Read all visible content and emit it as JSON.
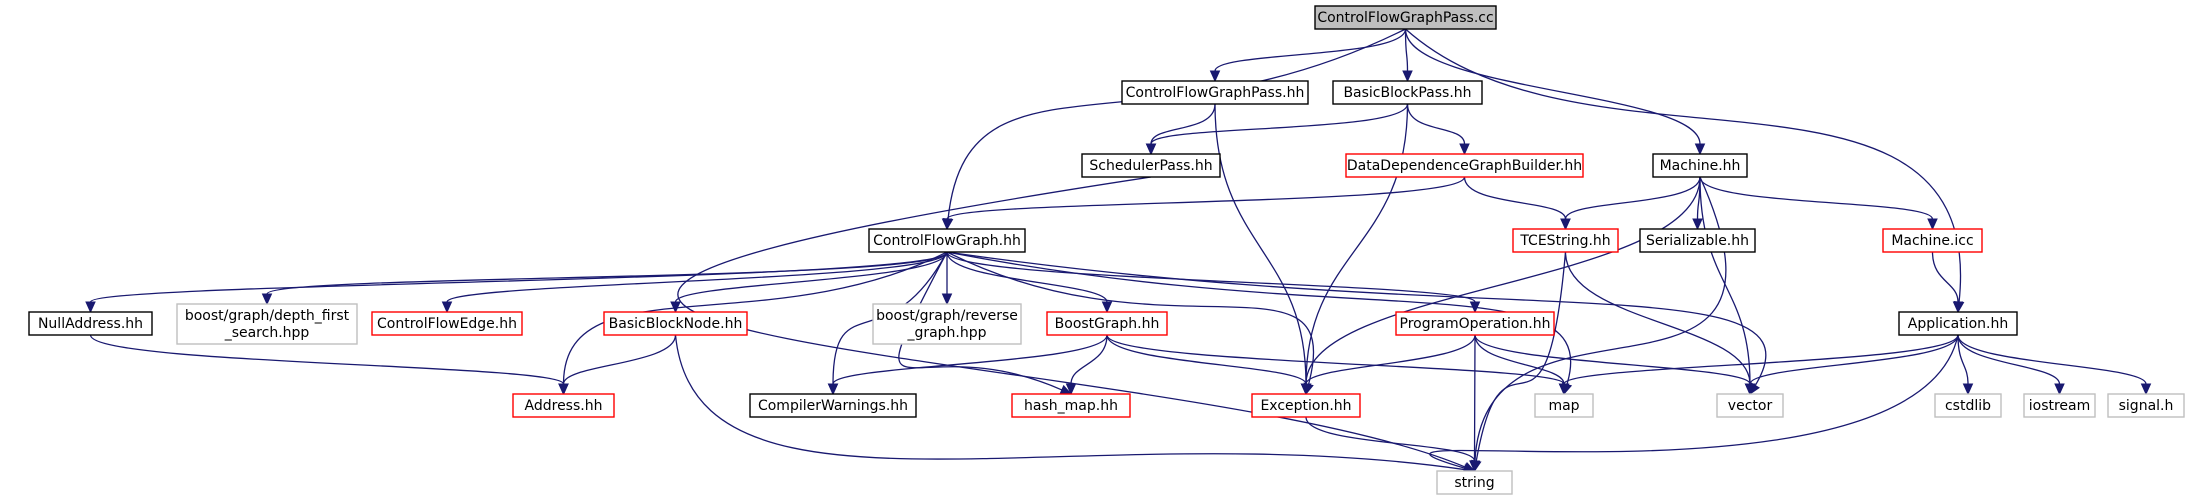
{
  "diagram": {
    "type": "include-dependency-graph",
    "colors": {
      "edge": "#191970",
      "root_fill": "#bfbfbf",
      "documented_border": "#000000",
      "external_documented_border": "#ff0000",
      "system_border": "#bfbfbf",
      "node_fill": "#ffffff"
    },
    "nodes": [
      {
        "id": "root",
        "kind": "root",
        "lines": [
          "ControlFlowGraphPass.cc"
        ]
      },
      {
        "id": "cfgpass_hh",
        "kind": "doc",
        "lines": [
          "ControlFlowGraphPass.hh"
        ]
      },
      {
        "id": "bbpass",
        "kind": "doc",
        "lines": [
          "BasicBlockPass.hh"
        ]
      },
      {
        "id": "schedpass",
        "kind": "doc",
        "lines": [
          "SchedulerPass.hh"
        ]
      },
      {
        "id": "ddgbuilder",
        "kind": "red",
        "lines": [
          "DataDependenceGraphBuilder.hh"
        ]
      },
      {
        "id": "machine",
        "kind": "doc",
        "lines": [
          "Machine.hh"
        ]
      },
      {
        "id": "cfg",
        "kind": "doc",
        "lines": [
          "ControlFlowGraph.hh"
        ]
      },
      {
        "id": "tcestring",
        "kind": "red",
        "lines": [
          "TCEString.hh"
        ]
      },
      {
        "id": "serializable",
        "kind": "doc",
        "lines": [
          "Serializable.hh"
        ]
      },
      {
        "id": "machineicc",
        "kind": "red",
        "lines": [
          "Machine.icc"
        ]
      },
      {
        "id": "application",
        "kind": "doc",
        "lines": [
          "Application.hh"
        ]
      },
      {
        "id": "nulladdress",
        "kind": "doc",
        "lines": [
          "NullAddress.hh"
        ]
      },
      {
        "id": "dfs",
        "kind": "sys",
        "lines": [
          "boost/graph/depth_first",
          "_search.hpp"
        ]
      },
      {
        "id": "cfedge",
        "kind": "red",
        "lines": [
          "ControlFlowEdge.hh"
        ]
      },
      {
        "id": "bbnode",
        "kind": "red",
        "lines": [
          "BasicBlockNode.hh"
        ]
      },
      {
        "id": "revgraph",
        "kind": "sys",
        "lines": [
          "boost/graph/reverse",
          "_graph.hpp"
        ]
      },
      {
        "id": "boostgraph",
        "kind": "red",
        "lines": [
          "BoostGraph.hh"
        ]
      },
      {
        "id": "progop",
        "kind": "red",
        "lines": [
          "ProgramOperation.hh"
        ]
      },
      {
        "id": "address",
        "kind": "red",
        "lines": [
          "Address.hh"
        ]
      },
      {
        "id": "compwarn",
        "kind": "doc",
        "lines": [
          "CompilerWarnings.hh"
        ]
      },
      {
        "id": "hashmap",
        "kind": "red",
        "lines": [
          "hash_map.hh"
        ]
      },
      {
        "id": "exception",
        "kind": "red",
        "lines": [
          "Exception.hh"
        ]
      },
      {
        "id": "map",
        "kind": "sys",
        "lines": [
          "map"
        ]
      },
      {
        "id": "vector",
        "kind": "sys",
        "lines": [
          "vector"
        ]
      },
      {
        "id": "cstdlib",
        "kind": "sys",
        "lines": [
          "cstdlib"
        ]
      },
      {
        "id": "iostream",
        "kind": "sys",
        "lines": [
          "iostream"
        ]
      },
      {
        "id": "signal",
        "kind": "sys",
        "lines": [
          "signal.h"
        ]
      },
      {
        "id": "string",
        "kind": "sys",
        "lines": [
          "string"
        ]
      }
    ],
    "edges": [
      [
        "root",
        "cfgpass_hh"
      ],
      [
        "root",
        "bbpass"
      ],
      [
        "root",
        "machine"
      ],
      [
        "root",
        "cfg"
      ],
      [
        "root",
        "application"
      ],
      [
        "cfgpass_hh",
        "schedpass"
      ],
      [
        "cfgpass_hh",
        "exception"
      ],
      [
        "bbpass",
        "schedpass"
      ],
      [
        "bbpass",
        "ddgbuilder"
      ],
      [
        "bbpass",
        "exception"
      ],
      [
        "schedpass",
        "string"
      ],
      [
        "ddgbuilder",
        "cfg"
      ],
      [
        "ddgbuilder",
        "tcestring"
      ],
      [
        "machine",
        "tcestring"
      ],
      [
        "machine",
        "serializable"
      ],
      [
        "machine",
        "machineicc"
      ],
      [
        "machine",
        "exception"
      ],
      [
        "machine",
        "vector"
      ],
      [
        "machine",
        "string"
      ],
      [
        "machineicc",
        "application"
      ],
      [
        "cfg",
        "nulladdress"
      ],
      [
        "cfg",
        "dfs"
      ],
      [
        "cfg",
        "cfedge"
      ],
      [
        "cfg",
        "bbnode"
      ],
      [
        "cfg",
        "revgraph"
      ],
      [
        "cfg",
        "boostgraph"
      ],
      [
        "cfg",
        "progop"
      ],
      [
        "cfg",
        "address"
      ],
      [
        "cfg",
        "compwarn"
      ],
      [
        "cfg",
        "hashmap"
      ],
      [
        "cfg",
        "exception"
      ],
      [
        "cfg",
        "map"
      ],
      [
        "cfg",
        "vector"
      ],
      [
        "tcestring",
        "string"
      ],
      [
        "tcestring",
        "vector"
      ],
      [
        "nulladdress",
        "address"
      ],
      [
        "bbnode",
        "address"
      ],
      [
        "bbnode",
        "string"
      ],
      [
        "boostgraph",
        "compwarn"
      ],
      [
        "boostgraph",
        "hashmap"
      ],
      [
        "boostgraph",
        "exception"
      ],
      [
        "boostgraph",
        "map"
      ],
      [
        "progop",
        "exception"
      ],
      [
        "progop",
        "map"
      ],
      [
        "progop",
        "vector"
      ],
      [
        "progop",
        "string"
      ],
      [
        "exception",
        "string"
      ],
      [
        "application",
        "map"
      ],
      [
        "application",
        "vector"
      ],
      [
        "application",
        "string"
      ],
      [
        "application",
        "cstdlib"
      ],
      [
        "application",
        "iostream"
      ],
      [
        "application",
        "signal"
      ]
    ]
  }
}
